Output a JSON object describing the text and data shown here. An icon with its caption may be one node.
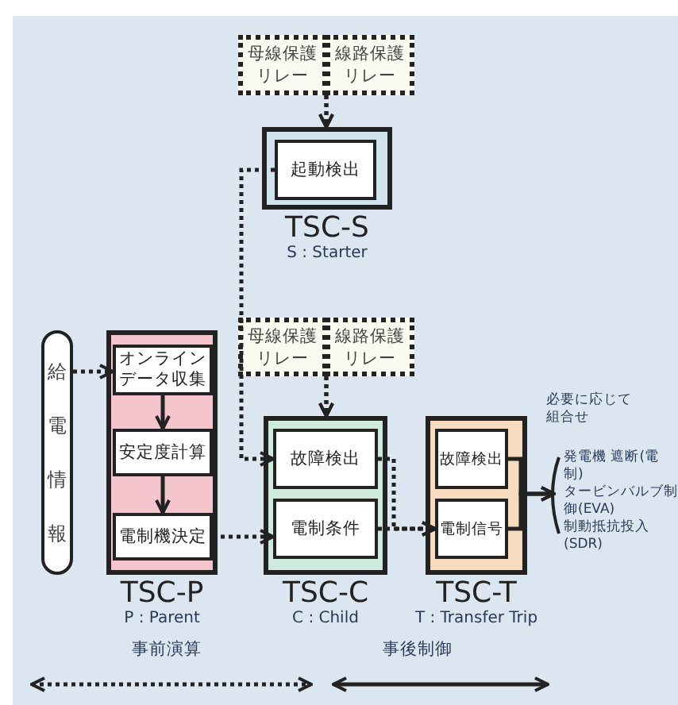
{
  "diagram": {
    "nodes": [
      {
        "text": [
          "母線保護リレー"
        ]
      },
      {
        "text": [
          "線路保護リレー"
        ]
      },
      {
        "text": [
          "TSC-S",
          "S : Starter"
        ]
      },
      {
        "text": [
          "起動検出"
        ],
        "in": 2
      },
      {
        "text": [
          "給電情報"
        ]
      },
      {
        "text": [
          "TSC-P",
          "P : Parent"
        ]
      },
      {
        "text": [
          "オンラインデータ収集"
        ],
        "in": 5
      },
      {
        "text": [
          "安定度計算"
        ],
        "in": 5
      },
      {
        "text": [
          "電制機決定"
        ],
        "in": 5
      },
      {
        "text": [
          "母線保護リレー"
        ]
      },
      {
        "text": [
          "線路保護リレー"
        ]
      },
      {
        "text": [
          "TSC-C",
          "C : Child"
        ]
      },
      {
        "text": [
          "故障検出"
        ],
        "in": 11
      },
      {
        "text": [
          "電制条件"
        ],
        "in": 11
      },
      {
        "text": [
          "TSC-T",
          "T : Transfer Trip"
        ]
      },
      {
        "text": [
          "故障検出"
        ],
        "in": 14
      },
      {
        "text": [
          "電制信号"
        ],
        "in": 14
      },
      {
        "text": [
          "発電機 遮断(電制)",
          "タービンバルブ制御(EVA)",
          "制動抵抗投入(SDR)"
        ]
      }
    ],
    "edges": [
      {
        "from": 0,
        "to": 2,
        "arrow": "to",
        "style": "dashed"
      },
      {
        "from": 1,
        "to": 2,
        "arrow": "to",
        "style": "dashed"
      },
      {
        "from": 3,
        "to": 12,
        "arrow": "to",
        "style": "dashed"
      },
      {
        "from": 4,
        "to": 6,
        "arrow": "to",
        "style": "dashed"
      },
      {
        "from": 6,
        "to": 7,
        "arrow": "to"
      },
      {
        "from": 7,
        "to": 8,
        "arrow": "to"
      },
      {
        "from": 8,
        "to": 13,
        "arrow": "to",
        "style": "dashed"
      },
      {
        "from": 9,
        "to": 11,
        "arrow": "to",
        "style": "dashed"
      },
      {
        "from": 10,
        "to": 11,
        "arrow": "to",
        "style": "dashed"
      },
      {
        "from": 12,
        "to": 16,
        "arrow": "to",
        "style": "dashed"
      },
      {
        "from": 13,
        "to": 16,
        "arrow": "to",
        "style": "dashed"
      },
      {
        "from": 15,
        "to": 17,
        "arrow": "to"
      },
      {
        "from": 16,
        "to": 17,
        "arrow": "to"
      }
    ],
    "labels": [
      "必要に応じて組合せ",
      "事前演算",
      "事後制御"
    ]
  }
}
